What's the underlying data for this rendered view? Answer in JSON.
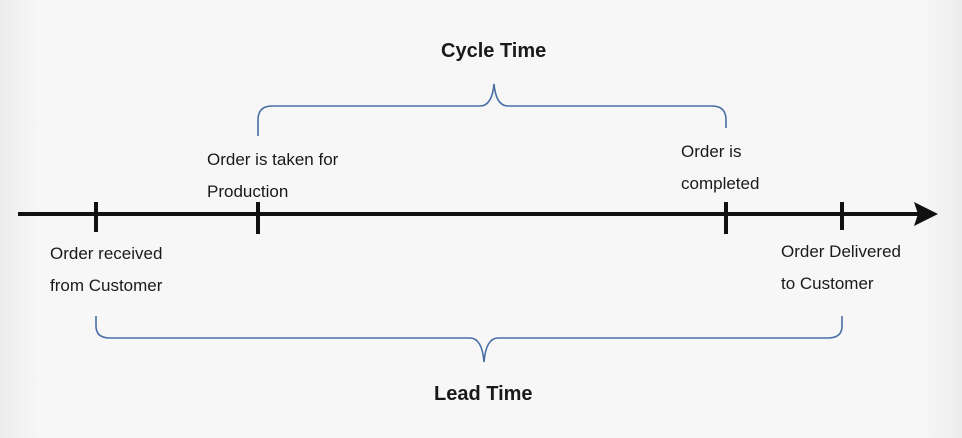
{
  "diagram": {
    "cycle_time_label": "Cycle Time",
    "lead_time_label": "Lead Time",
    "events": {
      "order_received": {
        "line1": "Order received",
        "line2": "from Customer"
      },
      "order_taken": {
        "line1": "Order is taken for",
        "line2": "Production"
      },
      "order_completed": {
        "line1": "Order is",
        "line2": "completed"
      },
      "order_delivered": {
        "line1": "Order Delivered",
        "line2": "to Customer"
      }
    },
    "colors": {
      "timeline": "#111111",
      "brace": "#4a6fa5",
      "text": "#1a1a1a"
    }
  }
}
